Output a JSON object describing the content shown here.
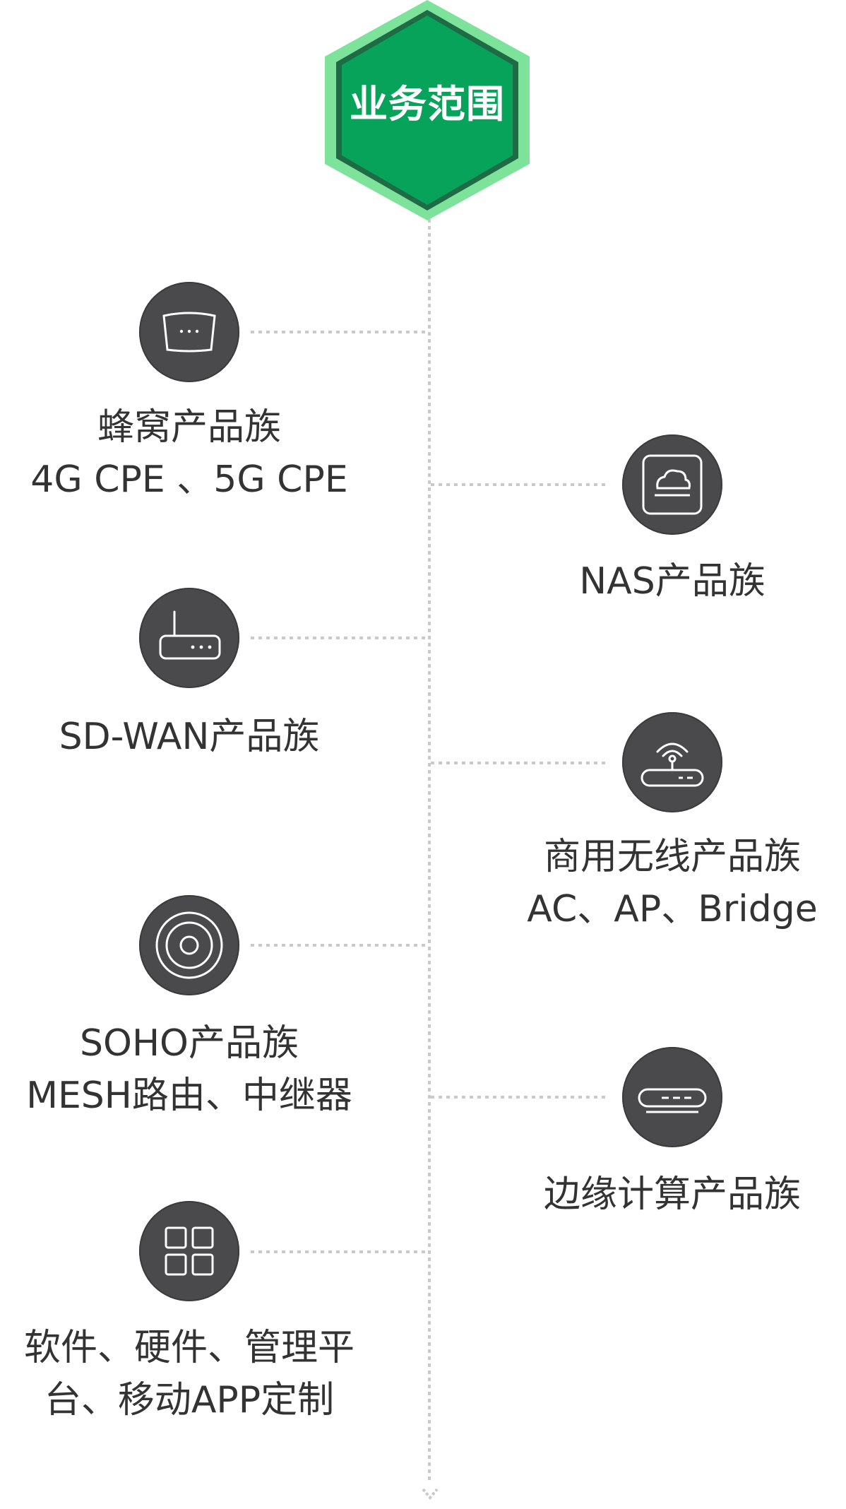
{
  "hub": {
    "title": "业务范围",
    "fill": "#07a35a",
    "glow": "#7de29a",
    "border": "#1f6b45"
  },
  "connector_color": "#c9c9c9",
  "icon_bg": "#4a4a4c",
  "nodes": [
    {
      "icon": "cpe-box-icon",
      "lines": [
        "蜂窝产品族",
        "4G CPE 、5G CPE"
      ]
    },
    {
      "icon": "cloud-storage-icon",
      "lines": [
        "NAS产品族"
      ]
    },
    {
      "icon": "router-antenna-icon",
      "lines": [
        "SD-WAN产品族"
      ]
    },
    {
      "icon": "wifi-router-icon",
      "lines": [
        "商用无线产品族",
        "AC、AP、Bridge"
      ]
    },
    {
      "icon": "mesh-disc-icon",
      "lines": [
        "SOHO产品族",
        "MESH路由、中继器"
      ]
    },
    {
      "icon": "edge-device-icon",
      "lines": [
        "边缘计算产品族"
      ]
    },
    {
      "icon": "grid-apps-icon",
      "lines": [
        "软件、硬件、管理平",
        "台、移动APP定制"
      ]
    }
  ]
}
